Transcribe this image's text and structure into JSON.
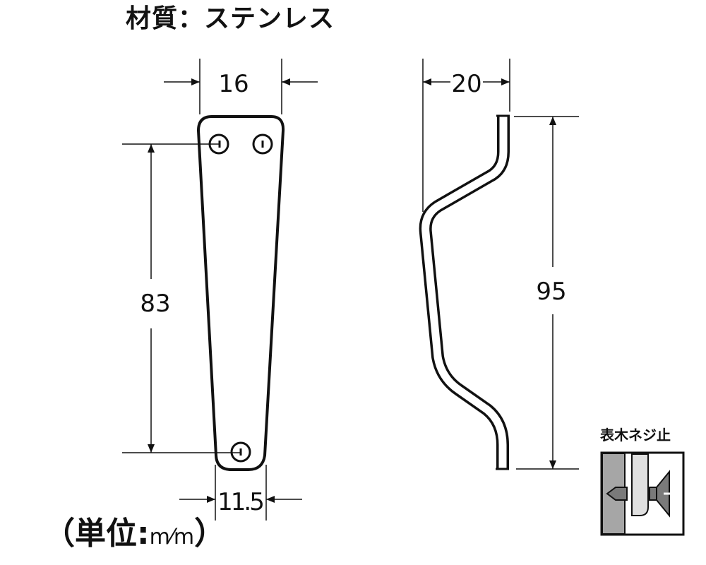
{
  "title": "材質：ステンレス",
  "units": {
    "prefix": "（単位:",
    "unit": "m⁄m",
    "suffix": "）"
  },
  "front_view": {
    "dimensions": {
      "top_width": "16",
      "bottom_width": "11.5",
      "hole_spacing": "83"
    }
  },
  "side_view": {
    "dimensions": {
      "depth": "20",
      "height": "95"
    }
  },
  "mounting_legend": {
    "label": "表木ネジ止",
    "colors": {
      "wall": "#a6a6a6",
      "plate": "#e0e0e0",
      "screw": "#7a7a7a"
    }
  }
}
